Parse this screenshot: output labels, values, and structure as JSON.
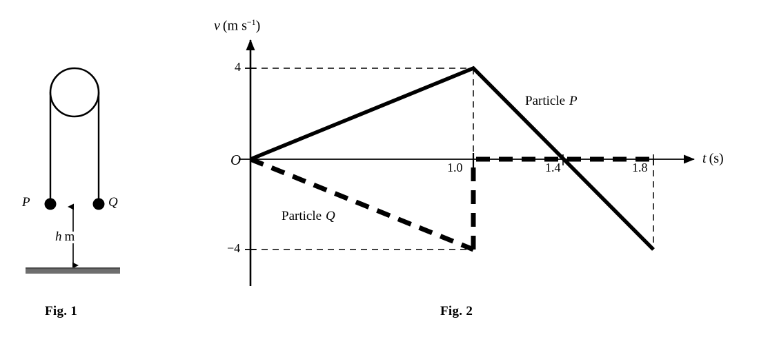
{
  "figure1": {
    "caption": "Fig. 1",
    "label_P": "P",
    "label_Q": "Q",
    "height_label_h": "h",
    "height_label_unit": "m",
    "pulley_icon": "pulley-circle",
    "ground_color": "#6e6e6e"
  },
  "figure2": {
    "caption": "Fig. 2",
    "origin_label": "O",
    "y_axis_label_var": "v",
    "y_axis_label_units": "(m s",
    "y_axis_label_exp": "−1",
    "y_axis_label_close": ")",
    "x_axis_label_var": "t",
    "x_axis_label_units": "(s)",
    "y_ticks": [
      {
        "label": "4",
        "value": 4
      },
      {
        "label": "−4",
        "value": -4
      }
    ],
    "x_ticks": [
      {
        "label": "1.0",
        "value": 1.0
      },
      {
        "label": "1.4",
        "value": 1.4
      },
      {
        "label": "1.8",
        "value": 1.8
      }
    ],
    "series_labels": {
      "particle_p": "Particle P",
      "particle_p_name": "Particle",
      "particle_p_italic": "P",
      "particle_q_name": "Particle",
      "particle_q_italic": "Q"
    },
    "line_color": "#000000"
  },
  "chart_data": {
    "type": "line",
    "title": "Fig. 2",
    "xlabel": "t (s)",
    "ylabel": "v (m s^-1)",
    "xlim": [
      0,
      2.0
    ],
    "ylim": [
      -4,
      4
    ],
    "grid": false,
    "legend": "inline-annotations",
    "xticks": [
      1.0,
      1.4,
      1.8
    ],
    "yticks": [
      -4,
      4
    ],
    "series": [
      {
        "name": "Particle P",
        "style": "solid",
        "points": [
          {
            "t": 0,
            "v": 0
          },
          {
            "t": 1.0,
            "v": 4
          },
          {
            "t": 1.8,
            "v": -4
          }
        ]
      },
      {
        "name": "Particle Q",
        "style": "dashed-thick",
        "points": [
          {
            "t": 0,
            "v": 0
          },
          {
            "t": 1.0,
            "v": -4
          },
          {
            "t": 1.0,
            "v": 0
          },
          {
            "t": 1.8,
            "v": 0
          }
        ]
      }
    ],
    "guide_lines": [
      {
        "type": "horizontal",
        "v": 4,
        "from_t": 0,
        "to_t": 1.0,
        "style": "dashed-thin"
      },
      {
        "type": "horizontal",
        "v": -4,
        "from_t": 0,
        "to_t": 1.0,
        "style": "dashed-thin"
      },
      {
        "type": "vertical",
        "t": 1.0,
        "from_v": 0,
        "to_v": 4,
        "style": "dashed-thin"
      },
      {
        "type": "vertical",
        "t": 1.8,
        "from_v": 0,
        "to_v": -4,
        "style": "dashed-thin"
      }
    ]
  }
}
